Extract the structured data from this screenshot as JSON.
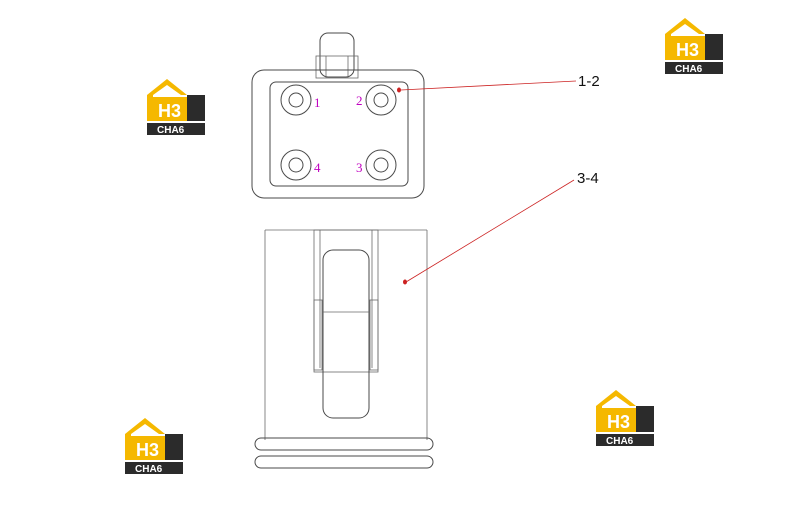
{
  "diagram": {
    "hole_labels": [
      "1",
      "2",
      "3",
      "4"
    ],
    "callouts": [
      "1-2",
      "3-4"
    ]
  },
  "watermark": {
    "letters": "H3",
    "word": "CHA6"
  },
  "colors": {
    "line": "#4a4a4a",
    "hole_label": "#c000c0",
    "leader": "#cc2222",
    "logo_gold": "#f5b800",
    "logo_dark": "#2b2b2b"
  }
}
